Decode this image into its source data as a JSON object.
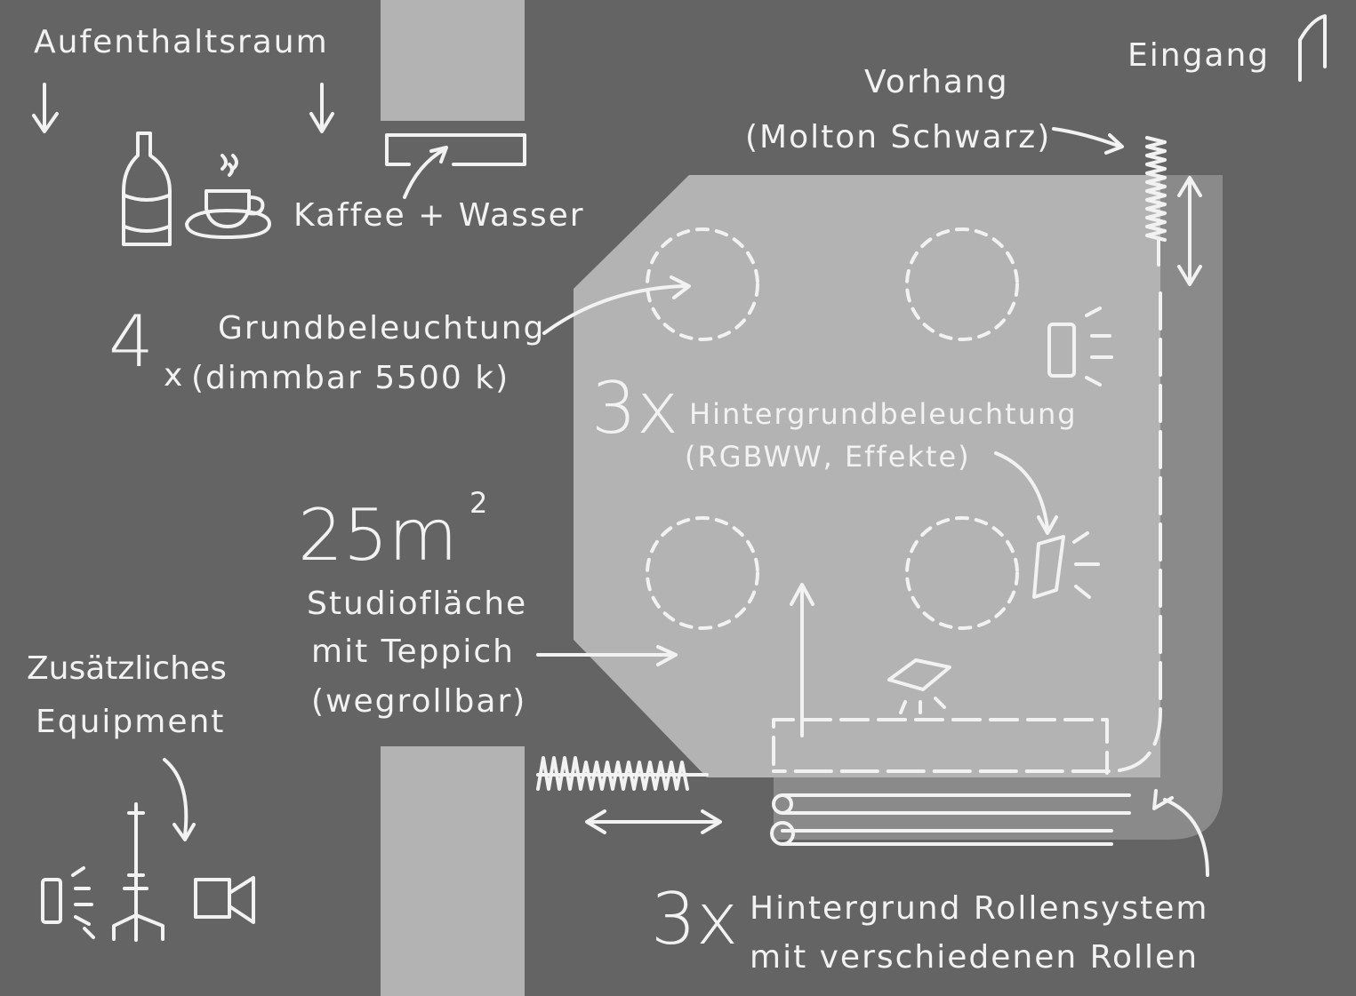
{
  "colors": {
    "background": "#646464",
    "hallway": "#b3b3b3",
    "studio_floor": "#b3b3b3",
    "backdrop_area": "#8a8a8a",
    "ink": "#f2f2f2"
  },
  "labels": {
    "lounge": "Aufenthaltsraum",
    "coffee_water": "Kaffee + Wasser",
    "entrance": "Eingang",
    "curtain_line1": "Vorhang",
    "curtain_line2": "(Molton Schwarz)",
    "base_light_count": "4",
    "base_light_x": "x",
    "base_light_line1": "Grundbeleuchtung",
    "base_light_line2": "(dimmbar 5500 k)",
    "bg_light_count": "3x",
    "bg_light_line1": "Hintergrundbeleuchtung",
    "bg_light_line2": "(RGBWW, Effekte)",
    "area_value": "25m",
    "area_sup": "2",
    "area_line1": "Studiofläche",
    "area_line2": "mit Teppich",
    "area_line3": "(wegrollbar)",
    "equipment_line1": "Zusätzliches",
    "equipment_line2": "Equipment",
    "roll_count": "3x",
    "roll_line1": "Hintergrund Rollensystem",
    "roll_line2": "mit verschiedenen Rollen"
  }
}
